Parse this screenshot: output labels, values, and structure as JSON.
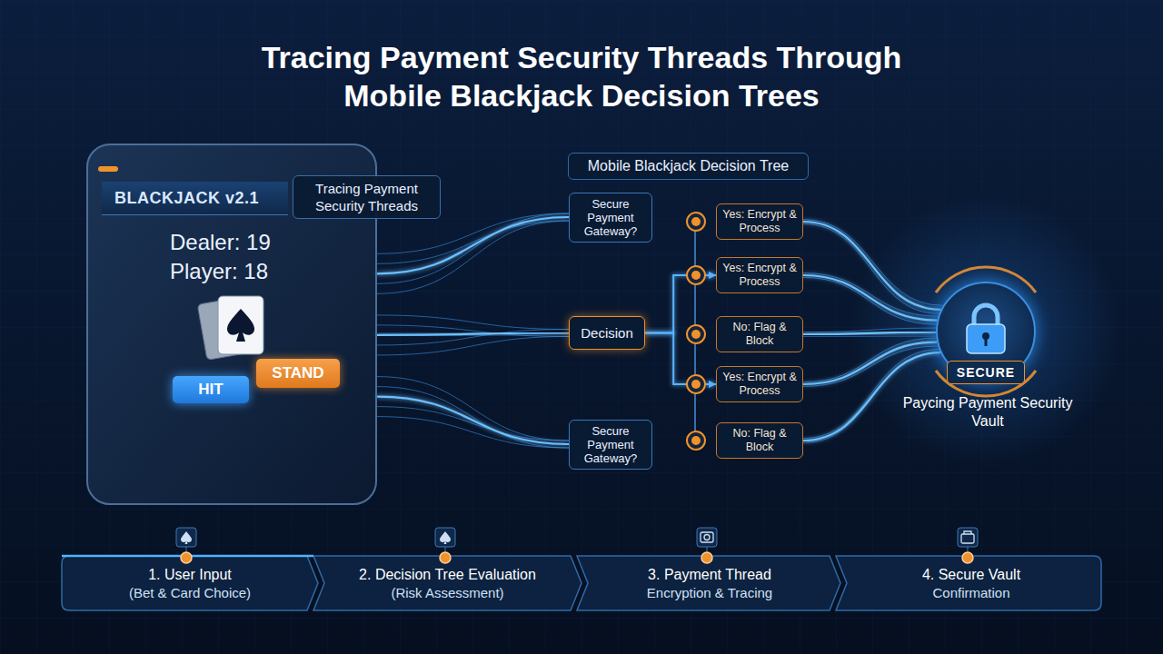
{
  "diagram": {
    "title": "Tracing Payment Security Threads Through Mobile Blackjack Decision Trees",
    "nodes": [
      {
        "text": [
          "BLACKJACK v2.1",
          "Dealer: 19 Player: 18"
        ]
      },
      {
        "text": [
          "HIT"
        ],
        "in": 0
      },
      {
        "text": [
          "STAND"
        ],
        "in": 0
      },
      {
        "text": [
          "Tracing Payment Security Threads"
        ]
      },
      {
        "text": [
          "Mobile Blackjack Decision Tree"
        ]
      },
      {
        "text": [
          "Secure Payment Gateway?"
        ]
      },
      {
        "text": [
          "Decision"
        ]
      },
      {
        "text": [
          "Secure Payment Gateway?"
        ]
      },
      {
        "text": [
          "Yes: Encrypt & Process"
        ]
      },
      {
        "text": [
          "Yes: Encrypt & Process"
        ]
      },
      {
        "text": [
          "No: Flag & Block"
        ]
      },
      {
        "text": [
          "Yes: Encrypt & Process"
        ]
      },
      {
        "text": [
          "No: Flag & Block"
        ]
      },
      {
        "text": [
          "Paycing Payment Security Vault"
        ]
      },
      {
        "text": [
          "SECURE"
        ],
        "in": 13
      },
      {
        "text": [
          "1. User Input",
          "(Bet & Card Choice)"
        ]
      },
      {
        "text": [
          "2. Decision Tree Evaluation",
          "(Risk Assessment)"
        ]
      },
      {
        "text": [
          "3. Payment Thread",
          "Encryption & Tracing"
        ]
      },
      {
        "text": [
          "4. Secure Vault",
          "Confirmation"
        ]
      }
    ],
    "edges": [
      {
        "from": 0,
        "to": 5,
        "arrow": "none"
      },
      {
        "from": 0,
        "to": 6,
        "arrow": "none"
      },
      {
        "from": 0,
        "to": 7,
        "arrow": "none"
      },
      {
        "from": 5,
        "to": 8,
        "arrow": "to"
      },
      {
        "from": 6,
        "to": 9,
        "arrow": "to"
      },
      {
        "from": 6,
        "to": 10,
        "arrow": "to"
      },
      {
        "from": 6,
        "to": 11,
        "arrow": "to"
      },
      {
        "from": 7,
        "to": 12,
        "arrow": "to"
      },
      {
        "from": 8,
        "to": 13,
        "arrow": "none"
      },
      {
        "from": 9,
        "to": 13,
        "arrow": "none"
      },
      {
        "from": 10,
        "to": 13,
        "arrow": "none"
      },
      {
        "from": 11,
        "to": 13,
        "arrow": "none"
      },
      {
        "from": 12,
        "to": 13,
        "arrow": "none"
      }
    ]
  }
}
